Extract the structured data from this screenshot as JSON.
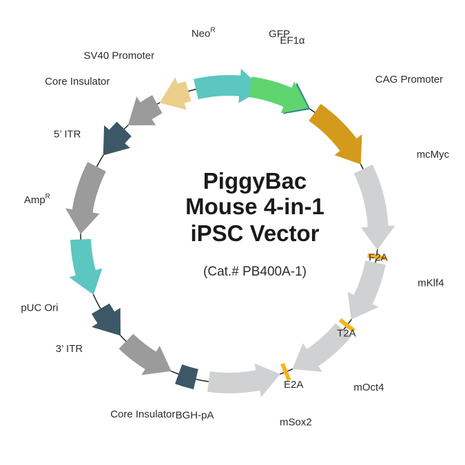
{
  "title": [
    "PiggyBac",
    "Mouse 4-in-1",
    "iPSC Vector"
  ],
  "catalog": "(Cat.# PB400A-1)",
  "colors": {
    "backbone": "#1e1e1e",
    "light_gray": "#cfd1d3",
    "mid_gray": "#9b9b9b",
    "teal": "#5cc6c1",
    "dark_teal": "#368b85",
    "green": "#5fd46f",
    "gold": "#d39a1b",
    "sand": "#ebcf8b",
    "slate": "#3c5766",
    "yellow": "#f6b41c"
  },
  "features": [
    {
      "id": "cag-promoter",
      "label": "CAG Promoter",
      "start": 35,
      "end": 62,
      "type": "arrow",
      "dir": "cw",
      "color": "gold"
    },
    {
      "id": "mcmyc",
      "label": "mcMyc",
      "start": 64,
      "end": 96,
      "type": "arrow",
      "dir": "cw",
      "color": "light_gray"
    },
    {
      "id": "f2a",
      "label": "F2A",
      "start": 98,
      "end": 99.5,
      "type": "tick",
      "color": "yellow"
    },
    {
      "id": "mklf4",
      "label": "mKlf4",
      "start": 101,
      "end": 125,
      "type": "arrow",
      "dir": "cw",
      "color": "light_gray"
    },
    {
      "id": "t2a",
      "label": "T2A",
      "start": 127,
      "end": 128.5,
      "type": "tick",
      "color": "yellow"
    },
    {
      "id": "moct4",
      "label": "mOct4",
      "start": 130,
      "end": 155,
      "type": "arrow",
      "dir": "cw",
      "color": "light_gray"
    },
    {
      "id": "e2a",
      "label": "E2A",
      "start": 157,
      "end": 158.5,
      "type": "tick",
      "color": "yellow"
    },
    {
      "id": "msox2",
      "label": "mSox2",
      "start": 160,
      "end": 188,
      "type": "arrow",
      "dir": "ccw",
      "color": "light_gray"
    },
    {
      "id": "bgh-pa",
      "label": "BGH-pA",
      "start": 193,
      "end": 200,
      "type": "box",
      "color": "slate"
    },
    {
      "id": "core-insulator-bottom",
      "label": "Core Insulator",
      "start": 203,
      "end": 224,
      "type": "arrow",
      "dir": "ccw",
      "color": "mid_gray"
    },
    {
      "id": "3-itr",
      "label": "3’ ITR",
      "start": 227,
      "end": 240,
      "type": "arrow",
      "dir": "ccw",
      "color": "slate"
    },
    {
      "id": "puc-ori",
      "label": "pUC Ori",
      "start": 246,
      "end": 268,
      "type": "arrow",
      "dir": "ccw",
      "color": "teal"
    },
    {
      "id": "amp-r",
      "label": "Amp",
      "label_sup": "R",
      "start": 270,
      "end": 297,
      "type": "arrow",
      "dir": "ccw",
      "color": "mid_gray"
    },
    {
      "id": "5-itr",
      "label": "5’ ITR",
      "start": 302,
      "end": 315,
      "type": "arrow",
      "dir": "ccw",
      "color": "slate"
    },
    {
      "id": "core-insulator-left",
      "label": "Core Insulator",
      "start": 317,
      "end": 331,
      "type": "arrow",
      "dir": "ccw",
      "color": "mid_gray"
    },
    {
      "id": "sv40-promoter",
      "label": "SV40 Promoter",
      "start": 332,
      "end": 344,
      "type": "arrow",
      "dir": "ccw",
      "color": "sand"
    },
    {
      "id": "neo-r",
      "label": "Neo",
      "label_sup": "R",
      "start": 347,
      "end": 373,
      "type": "arrow",
      "dir": "cw",
      "color": "teal"
    },
    {
      "id": "ef1a",
      "label": "EF1α",
      "start": 375,
      "end": 393,
      "type": "arrow",
      "dir": "cw",
      "color": "dark_teal"
    },
    {
      "id": "gfp",
      "label": "GFP",
      "start": 8,
      "end": 32,
      "type": "arrow",
      "dir": "cw",
      "color": "green"
    }
  ]
}
